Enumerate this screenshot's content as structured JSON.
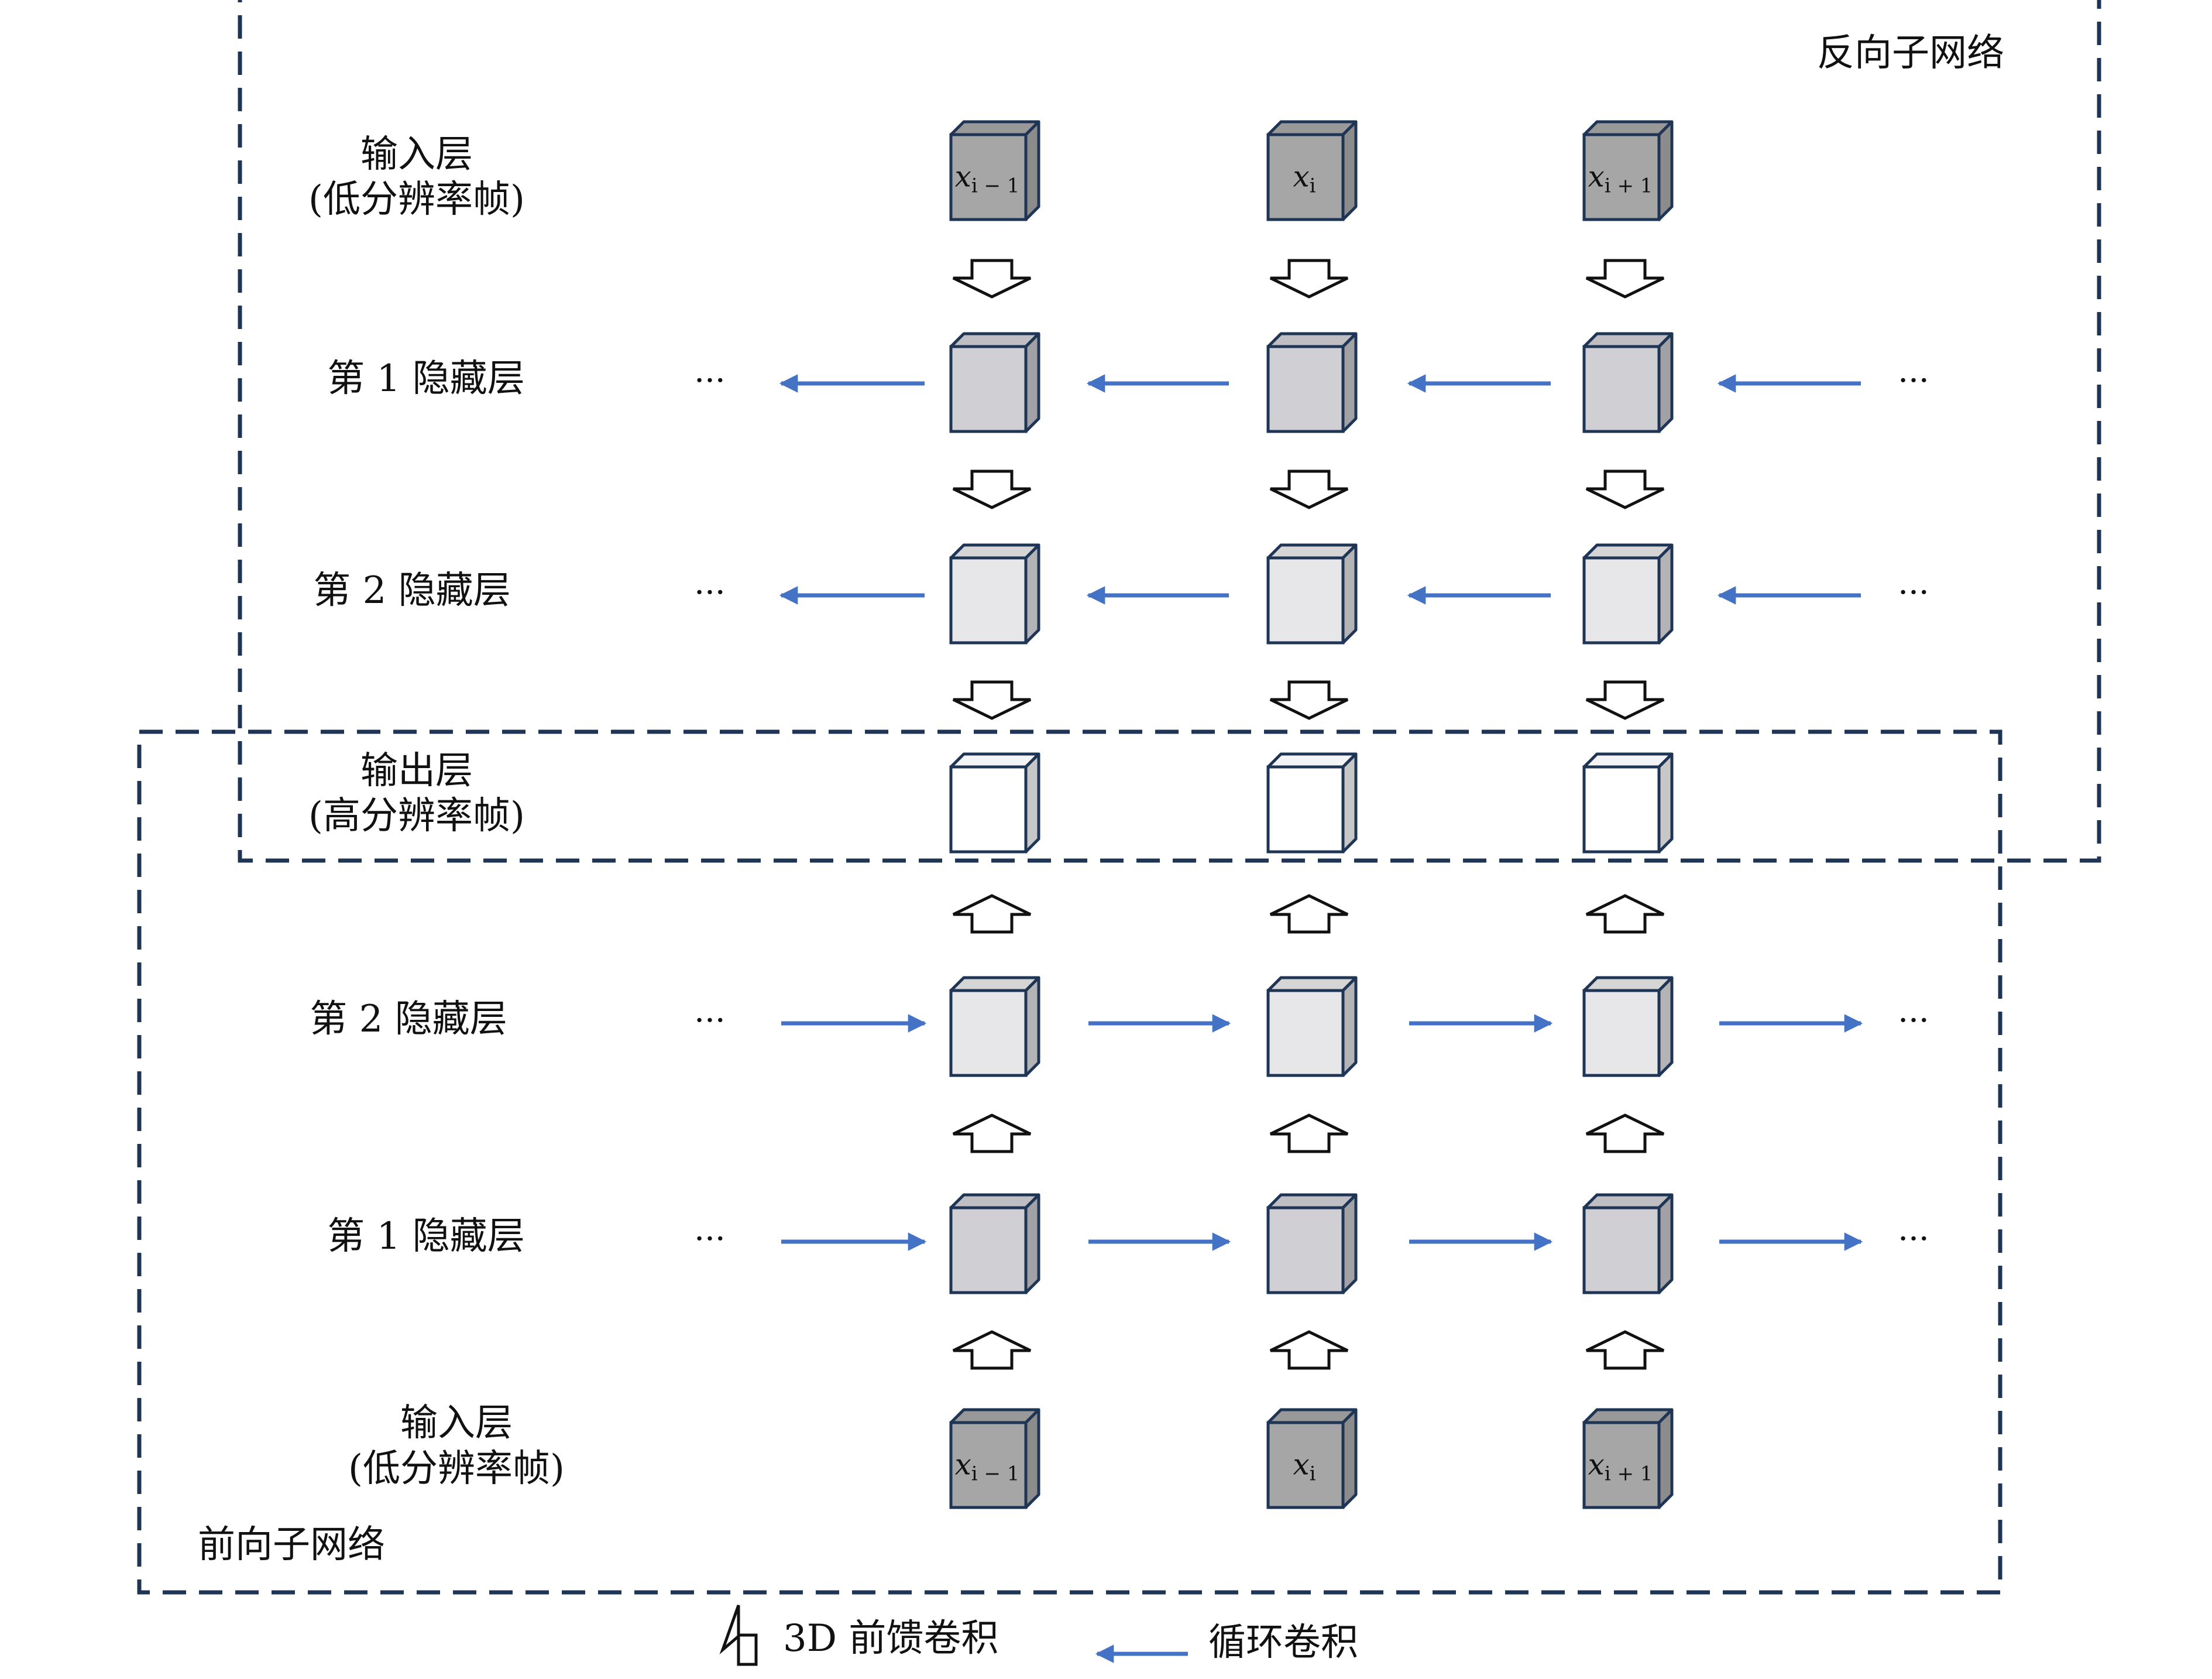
{
  "backward_network": {
    "title": "反向子网络",
    "input_label": [
      "输入层",
      "(低分辨率帧)"
    ],
    "hidden1_label": "第 1 隐藏层",
    "hidden2_label": "第 2 隐藏层"
  },
  "output_label": [
    "输出层",
    "(高分辨率帧)"
  ],
  "forward_network": {
    "title": "前向子网络",
    "input_label": [
      "输入层",
      "(低分辨率帧)"
    ],
    "hidden1_label": "第 1 隐藏层",
    "hidden2_label": "第 2 隐藏层"
  },
  "columns": [
    {
      "var": "x",
      "sub": "i − 1"
    },
    {
      "var": "x",
      "sub": "i"
    },
    {
      "var": "x",
      "sub": "i + 1"
    }
  ],
  "ellipsis": "···",
  "legend": {
    "feedforward": "3D 前馈卷积",
    "recurrent": "循环卷积"
  },
  "colors": {
    "frame": "#1f3556",
    "arrow": "#4472c4",
    "input_face": "#a6a6a6",
    "input_side": "#8c8c8c",
    "hidden1_face": "#d0cfd4",
    "hidden2_face": "#e7e7e9",
    "output_face": "#ffffff"
  }
}
